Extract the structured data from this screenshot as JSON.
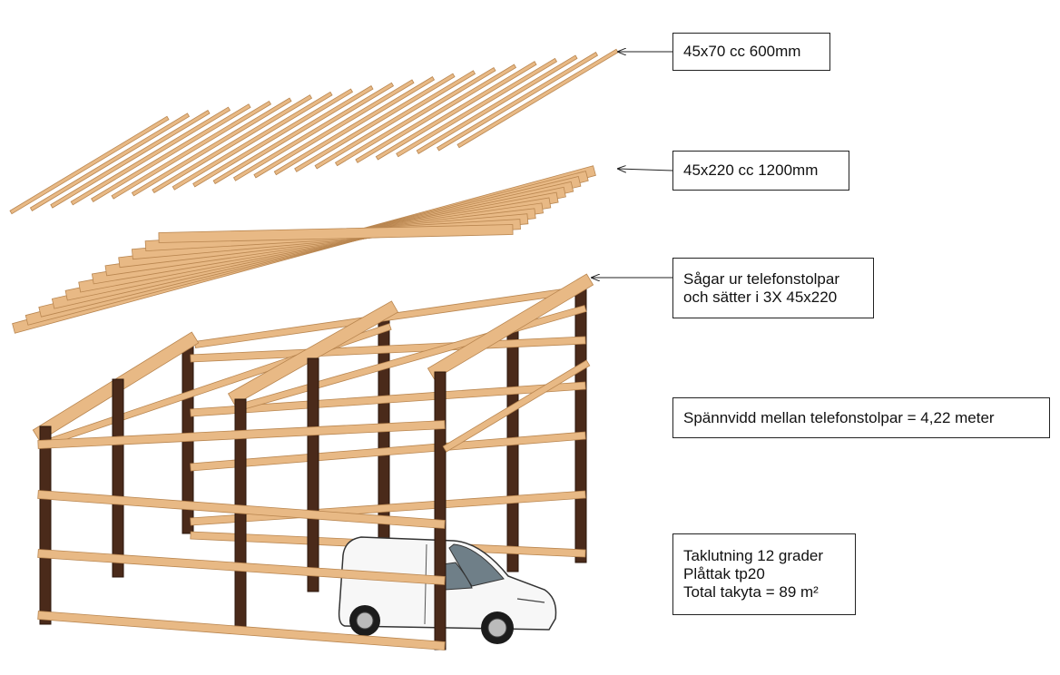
{
  "callouts": {
    "laths": "45x70 cc 600mm",
    "rafters": "45x220 cc 1200mm",
    "posts_line1": "Sågar ur telefonstolpar",
    "posts_line2": "och sätter i 3X 45x220",
    "span": "Spännvidd mellan telefonstolpar = 4,22 meter",
    "roof_line1": "Taklutning 12 grader",
    "roof_line2": "Plåttak tp20",
    "roof_line3": "Total takyta = 89 m²"
  },
  "colors": {
    "lumber": "#e8b985",
    "lumber_edge": "#b98650",
    "post": "#4a2a1a",
    "post_edge": "#2b160b",
    "van_body": "#f7f7f7",
    "van_window": "#6f7f88",
    "tire": "#1c1c1c"
  },
  "components": {
    "lath_count": 23,
    "rafter_count": 12
  }
}
